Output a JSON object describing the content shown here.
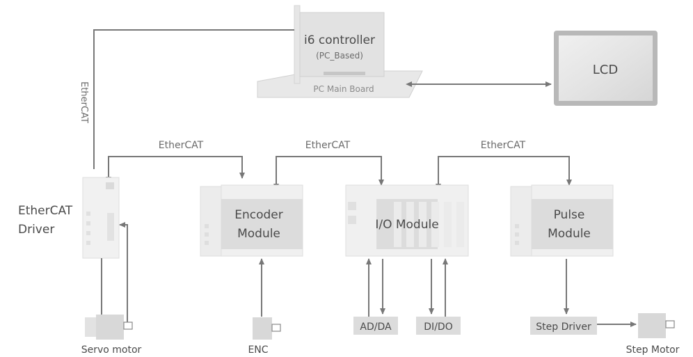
{
  "controller": {
    "title": "i6 controller",
    "subtitle": "(PC_Based)",
    "board": "PC Main Board"
  },
  "lcd": {
    "label": "LCD"
  },
  "links": {
    "left_vertical": "EtherCAT",
    "bus1": "EtherCAT",
    "bus2": "EtherCAT",
    "bus3": "EtherCAT"
  },
  "driver": {
    "line1": "EtherCAT",
    "line2": "Driver"
  },
  "encoder_module": {
    "line1": "Encoder",
    "line2": "Module"
  },
  "io_module": {
    "label": "I/O Module"
  },
  "pulse_module": {
    "line1": "Pulse",
    "line2": "Module"
  },
  "peripherals": {
    "servo_motor": "Servo motor",
    "enc": "ENC",
    "ad_da": "AD/DA",
    "di_do": "DI/DO",
    "step_driver": "Step Driver",
    "step_motor": "Step Motor"
  }
}
